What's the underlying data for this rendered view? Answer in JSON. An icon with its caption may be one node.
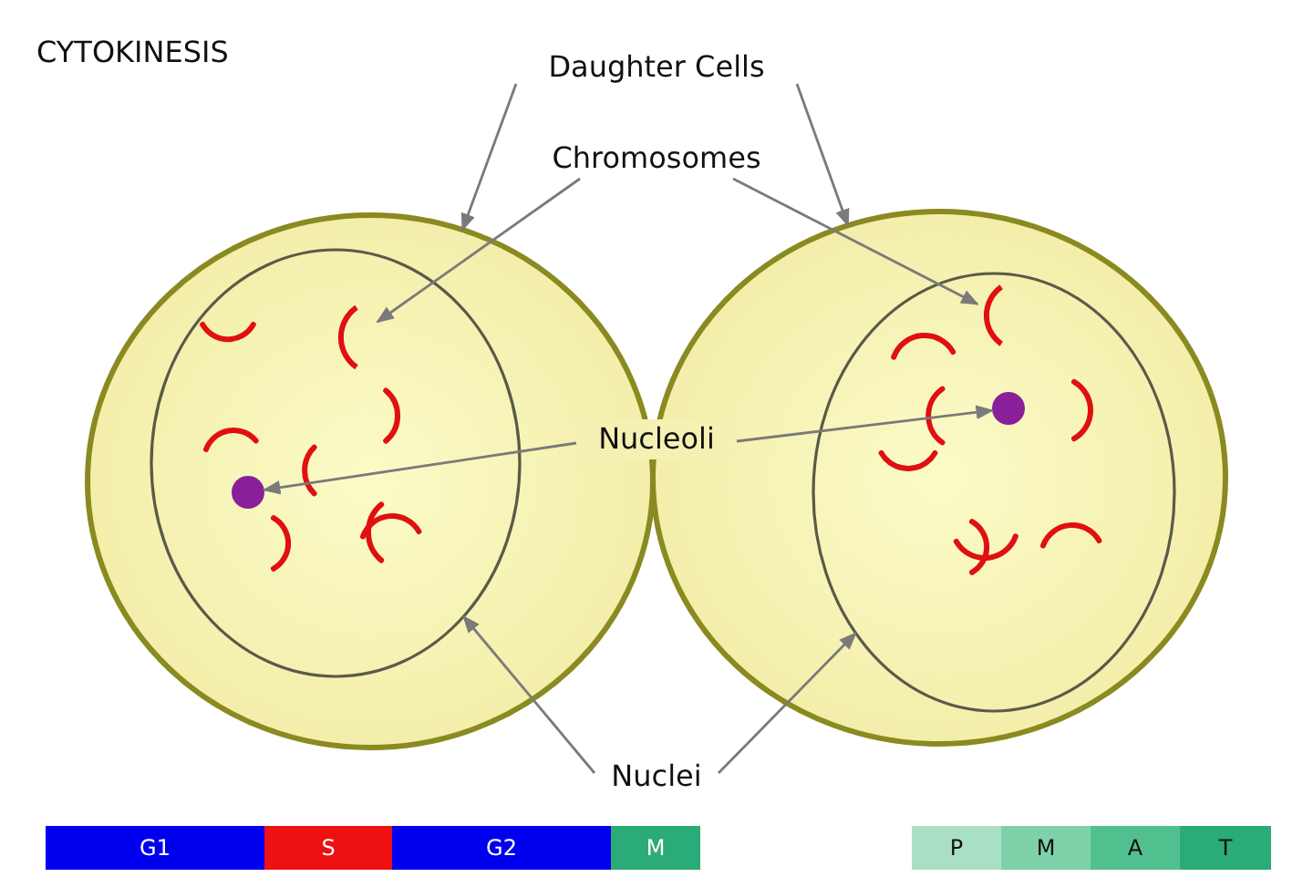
{
  "diagram": {
    "title": "CYTOKINESIS",
    "nodes": [
      {
        "text": [
          "Daughter Cells"
        ]
      },
      {
        "text": [
          "Chromosomes"
        ]
      },
      {
        "text": [
          "Nucleoli"
        ]
      },
      {
        "text": [
          "Nuclei"
        ]
      },
      {
        "text": [],
        "shape": "circle"
      },
      {
        "text": [],
        "shape": "circle"
      },
      {
        "text": [],
        "shape": "circle",
        "in": 4
      },
      {
        "text": [],
        "shape": "circle",
        "in": 5
      },
      {
        "text": [],
        "shape": "arc",
        "in": 6
      },
      {
        "text": [],
        "shape": "arc",
        "in": 7
      },
      {
        "text": [],
        "shape": "circle",
        "in": 6
      },
      {
        "text": [],
        "shape": "circle",
        "in": 7
      },
      {
        "text": [
          "G1"
        ]
      },
      {
        "text": [
          "S"
        ]
      },
      {
        "text": [
          "G2"
        ]
      },
      {
        "text": [
          "M"
        ]
      },
      {
        "text": [
          "P"
        ]
      },
      {
        "text": [
          "M"
        ]
      },
      {
        "text": [
          "A"
        ]
      },
      {
        "text": [
          "T"
        ]
      }
    ],
    "edges": [
      {
        "from": 0,
        "to": 4,
        "arrow": "to"
      },
      {
        "from": 0,
        "to": 5,
        "arrow": "to"
      },
      {
        "from": 1,
        "to": 8,
        "arrow": "to"
      },
      {
        "from": 1,
        "to": 9,
        "arrow": "to"
      },
      {
        "from": 2,
        "to": 10,
        "arrow": "to"
      },
      {
        "from": 2,
        "to": 11,
        "arrow": "to"
      },
      {
        "from": 3,
        "to": 6,
        "arrow": "to"
      },
      {
        "from": 3,
        "to": 7,
        "arrow": "to"
      }
    ]
  }
}
